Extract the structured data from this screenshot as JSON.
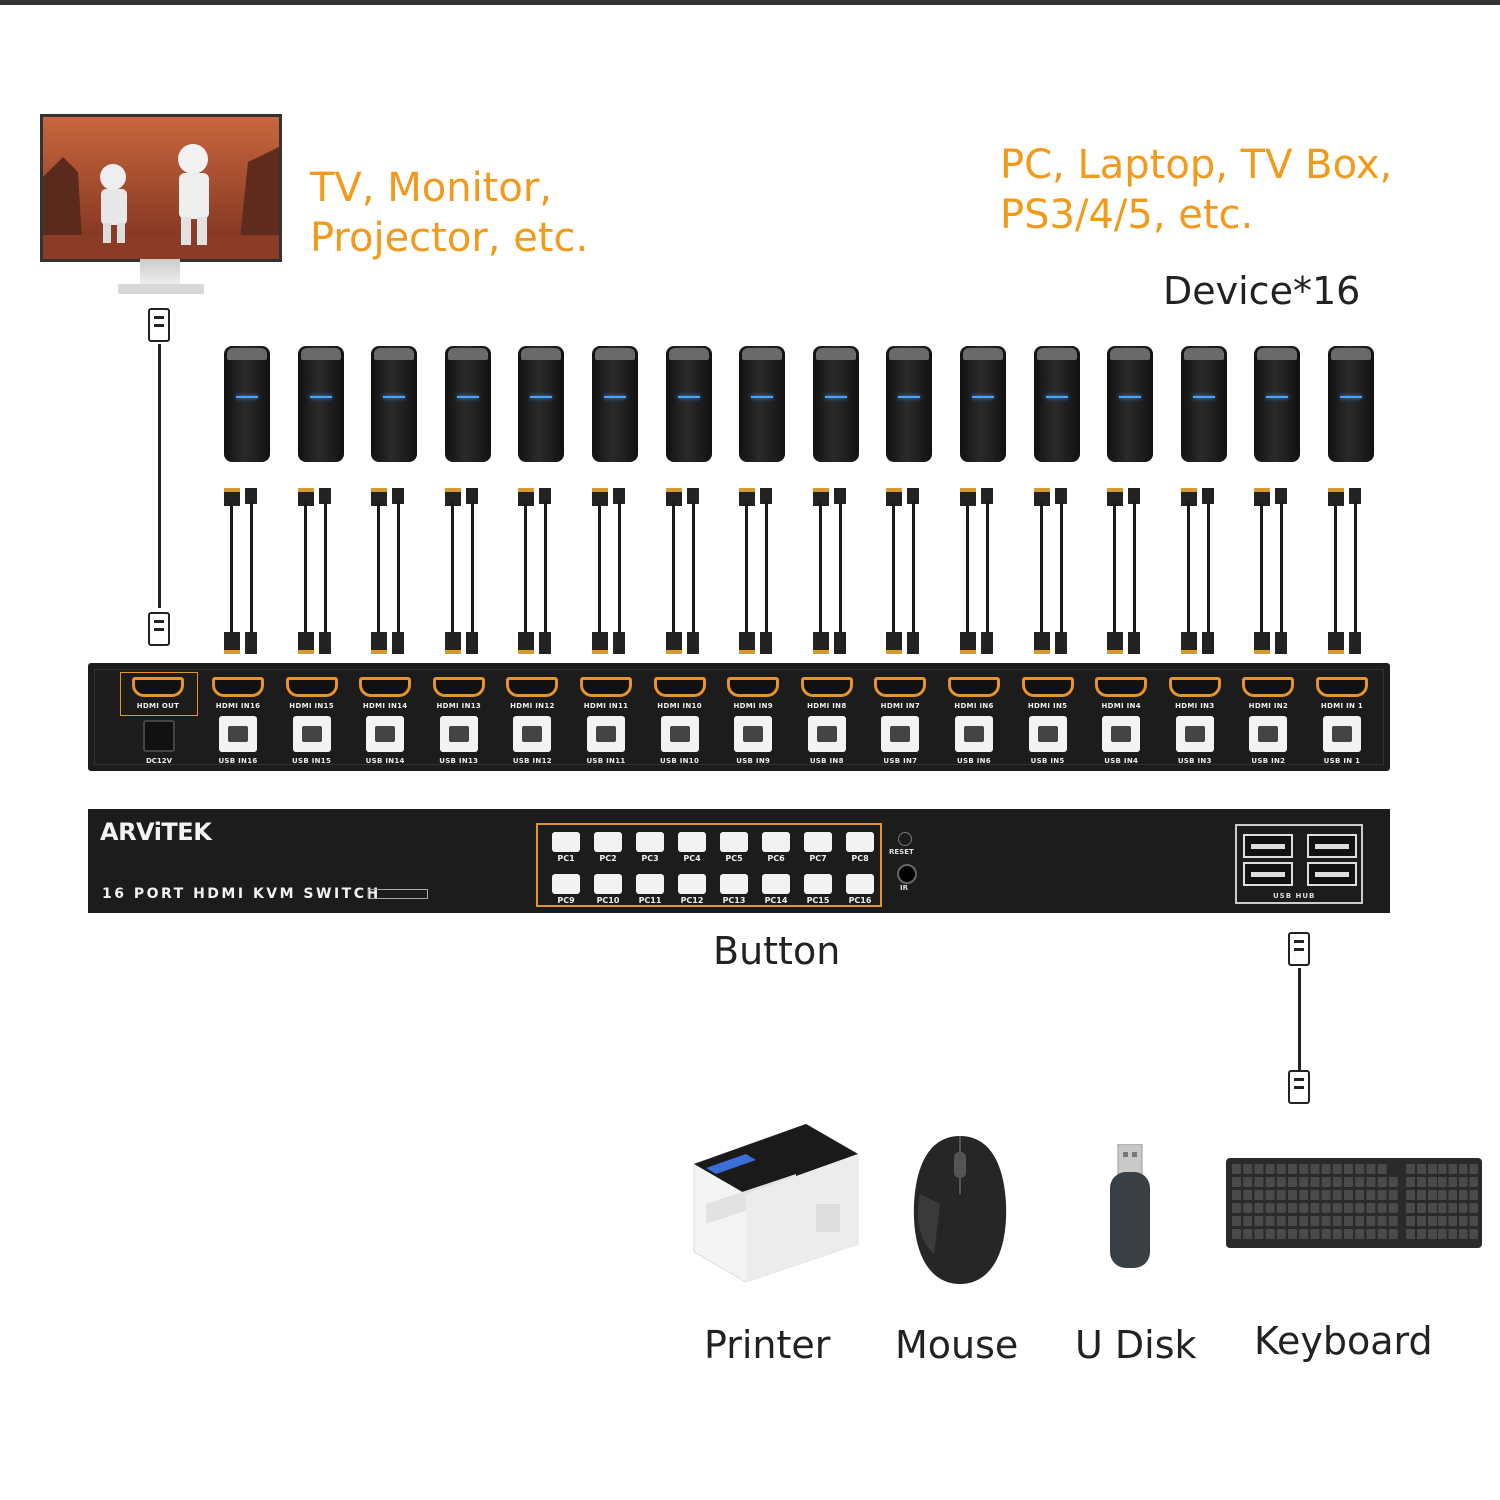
{
  "headings": {
    "display_line1": "TV, Monitor,",
    "display_line2": "Projector, etc.",
    "sources_line1": "PC, Laptop, TV Box,",
    "sources_line2": "PS3/4/5, etc.",
    "device_count": "Device*16",
    "button": "Button"
  },
  "back_panel": {
    "hdmi_out": "HDMI OUT",
    "power": "DC12V",
    "hdmi_inputs": [
      "HDMI IN16",
      "HDMI IN15",
      "HDMI IN14",
      "HDMI IN13",
      "HDMI IN12",
      "HDMI IN11",
      "HDMI IN10",
      "HDMI IN9",
      "HDMI IN8",
      "HDMI IN7",
      "HDMI IN6",
      "HDMI IN5",
      "HDMI IN4",
      "HDMI IN3",
      "HDMI IN2",
      "HDMI IN 1"
    ],
    "usb_inputs": [
      "USB IN16",
      "USB IN15",
      "USB IN14",
      "USB IN13",
      "USB IN12",
      "USB IN11",
      "USB IN10",
      "USB IN9",
      "USB IN8",
      "USB IN7",
      "USB IN6",
      "USB IN5",
      "USB IN4",
      "USB IN3",
      "USB IN2",
      "USB IN 1"
    ]
  },
  "front_panel": {
    "brand": "ARViTEK",
    "product": "16 PORT HDMI KVM SWITCH",
    "pc_buttons": [
      "PC1",
      "PC2",
      "PC3",
      "PC4",
      "PC5",
      "PC6",
      "PC7",
      "PC8",
      "PC9",
      "PC10",
      "PC11",
      "PC12",
      "PC13",
      "PC14",
      "PC15",
      "PC16"
    ],
    "reset": "RESET",
    "ir": "IR",
    "usb_hub": "USB HUB"
  },
  "peripherals": [
    "Printer",
    "Mouse",
    "U Disk",
    "Keyboard"
  ],
  "colors": {
    "accent_orange": "#f29a1b",
    "panel": "#1c1c1c",
    "port_orange": "#e6922d",
    "led_blue": "#4aa3ff"
  }
}
